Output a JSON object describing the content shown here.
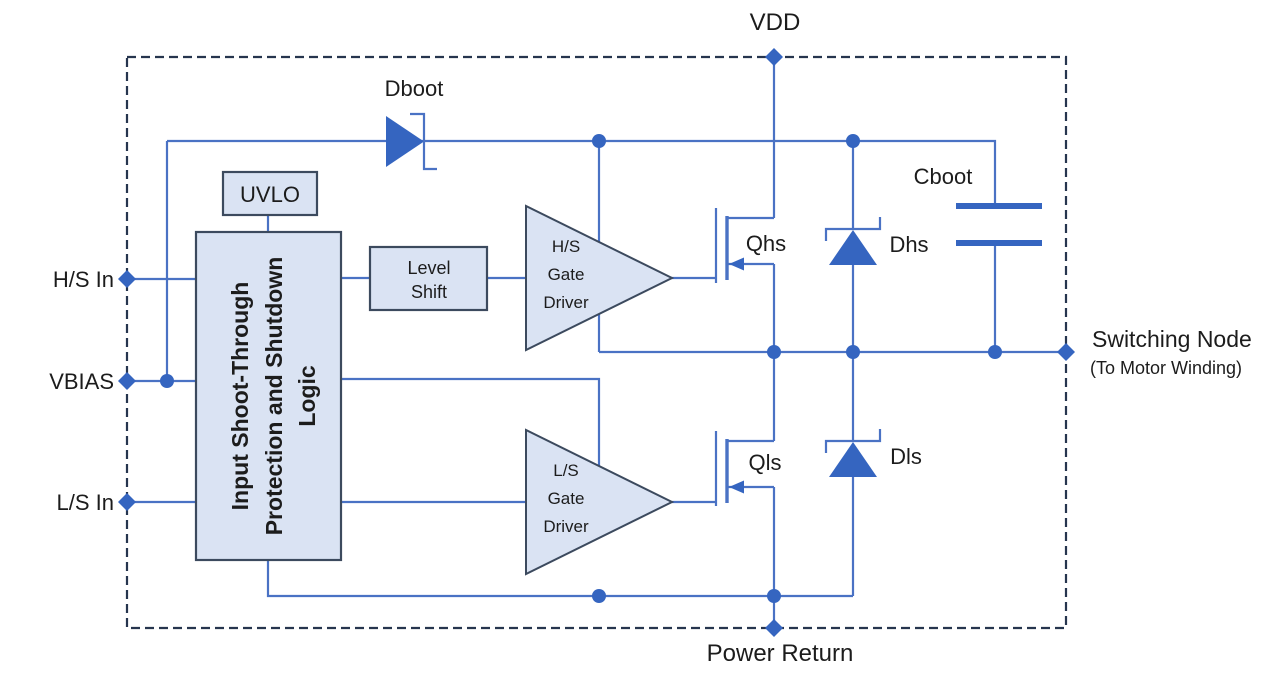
{
  "colors": {
    "wire": "#4A72C4",
    "solid": "#3565C0",
    "boxFill": "#DAE3F3",
    "boxStroke": "#3C4A5E",
    "dash": "#26354E",
    "text": "#1C1C1C",
    "bg": "#FFFFFF"
  },
  "ports": {
    "vdd": "VDD",
    "hs_in": "H/S In",
    "vbias": "VBIAS",
    "ls_in": "L/S In",
    "power_return": "Power Return",
    "switching_node": "Switching Node",
    "switching_node_note": "(To Motor  Winding)"
  },
  "components": {
    "dboot_label": "Dboot",
    "cboot_label": "Cboot",
    "uvlo_label": "UVLO",
    "level_shift_lines": [
      "Level",
      "Shift"
    ],
    "hs_driver_lines": [
      "H/S",
      "Gate",
      "Driver"
    ],
    "ls_driver_lines": [
      "L/S",
      "Gate",
      "Driver"
    ],
    "logic_lines": [
      "Input Shoot-Through",
      "Protection and Shutdown",
      "Logic"
    ],
    "qhs_label": "Qhs",
    "dhs_label": "Dhs",
    "qls_label": "Qls",
    "dls_label": "Dls"
  }
}
